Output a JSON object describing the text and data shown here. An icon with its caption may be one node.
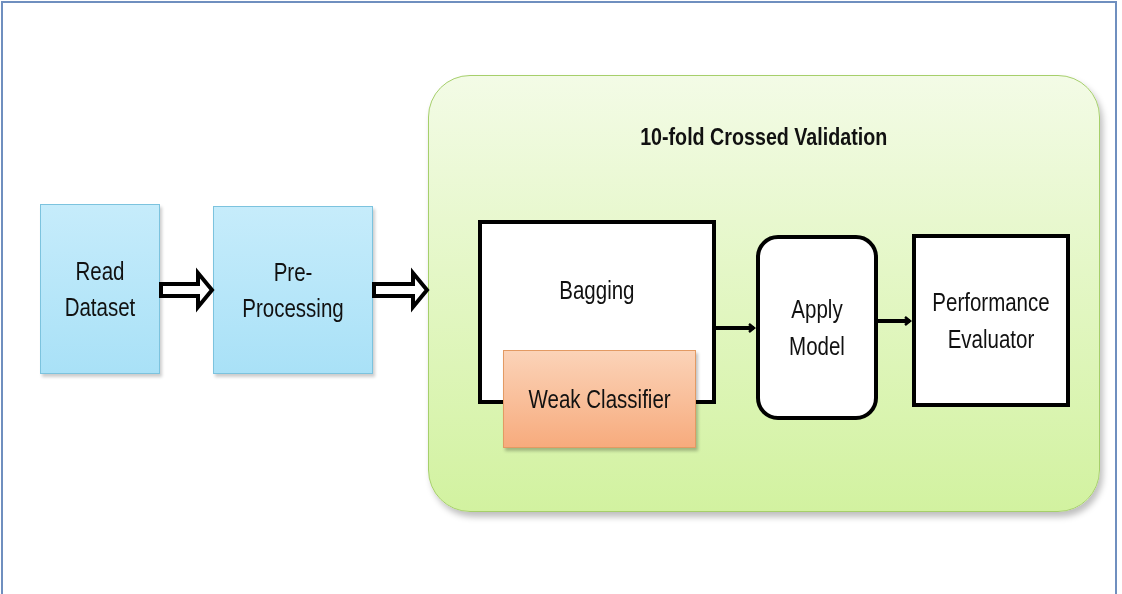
{
  "diagram": {
    "nodes": [
      {
        "text": [
          "Read Dataset"
        ]
      },
      {
        "text": [
          "Pre-Processing"
        ]
      },
      {
        "text": [
          "10-fold Crossed Validation"
        ]
      },
      {
        "text": [
          "Bagging"
        ],
        "in": 2
      },
      {
        "text": [
          "Weak Classifier"
        ],
        "in": 2
      },
      {
        "text": [
          "Apply Model"
        ],
        "in": 2
      },
      {
        "text": [
          "Performance Evaluator"
        ],
        "in": 2
      }
    ],
    "edges": [
      {
        "from": 0,
        "to": 1,
        "arrow": "to",
        "style": "thick"
      },
      {
        "from": 1,
        "to": 2,
        "arrow": "to",
        "style": "thick"
      },
      {
        "from": 3,
        "to": 5,
        "arrow": "to"
      },
      {
        "from": 5,
        "to": 6,
        "arrow": "to"
      }
    ]
  }
}
